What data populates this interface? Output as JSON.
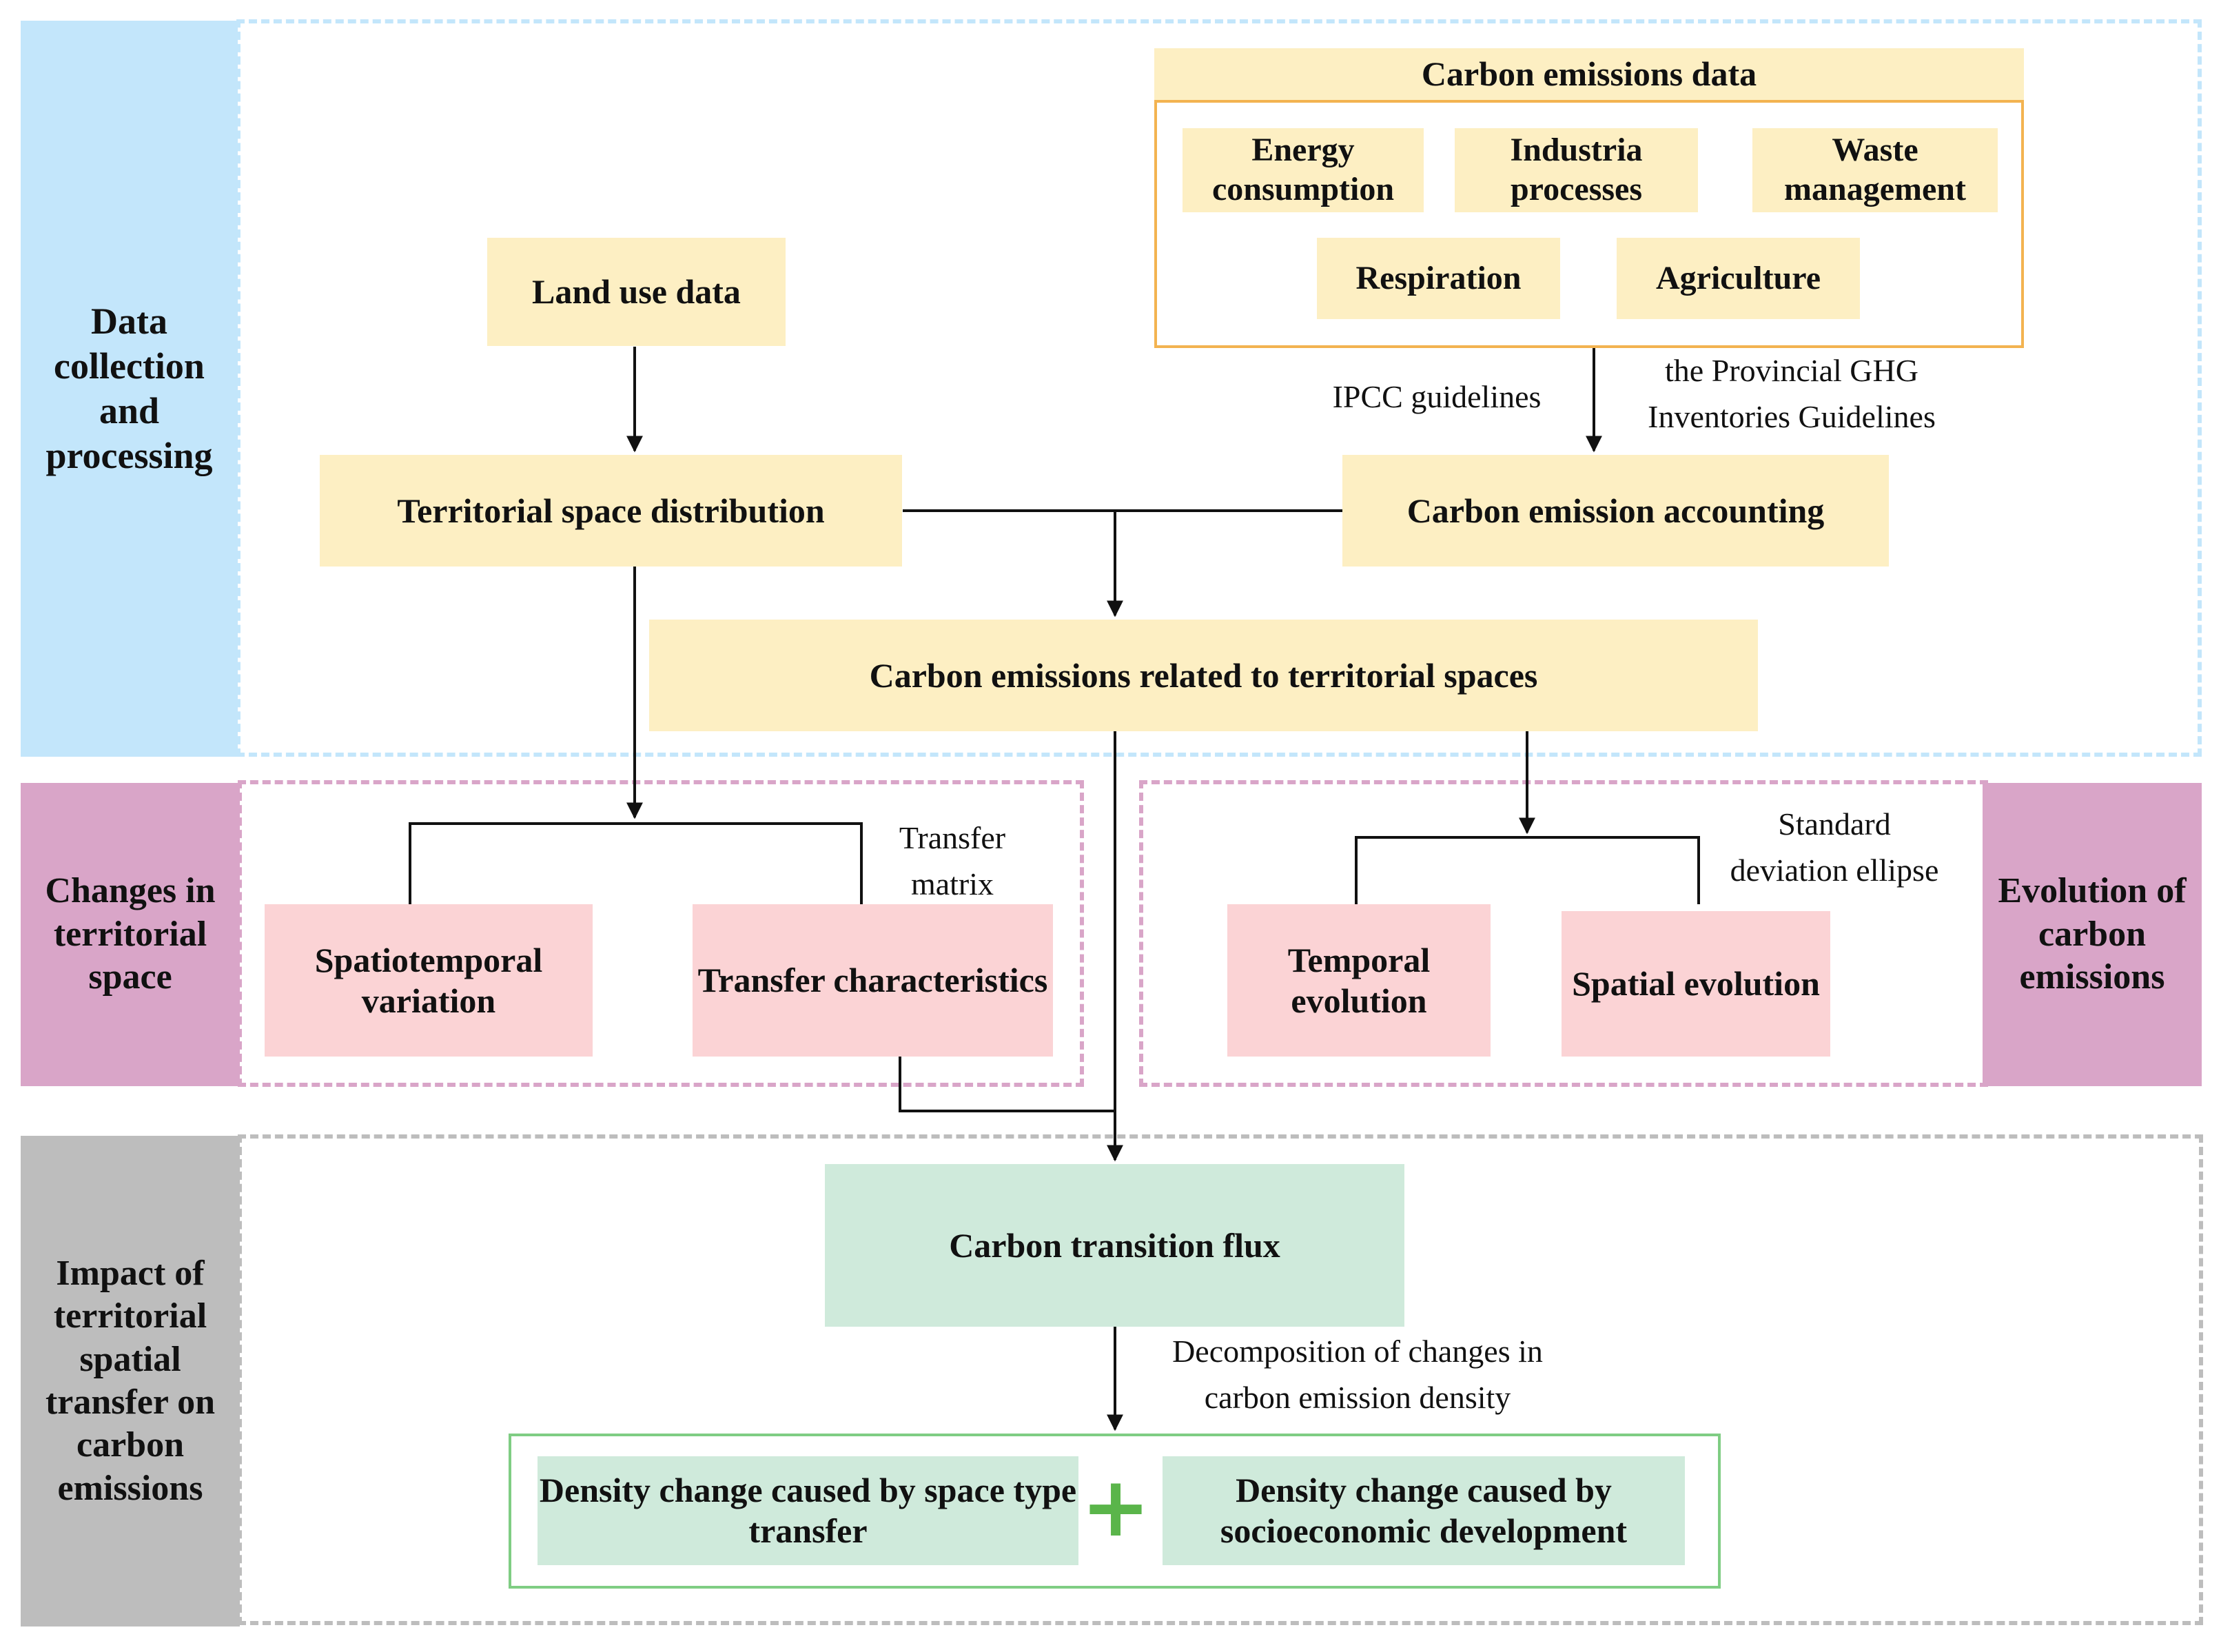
{
  "sections": {
    "data_collection": "Data collection and processing",
    "territorial_change": "Changes in territorial space",
    "impact": "Impact of territorial spatial transfer on carbon emissions",
    "evolution": "Evolution of carbon emissions"
  },
  "carbon_data": {
    "title": "Carbon emissions data",
    "sources": [
      "Energy consumption",
      "Industria processes",
      "Waste management",
      "Respiration",
      "Agriculture"
    ]
  },
  "nodes": {
    "land_use": "Land use data",
    "territorial_distribution": "Territorial space distribution",
    "carbon_accounting": "Carbon emission accounting",
    "carbon_related": "Carbon emissions related to territorial spaces",
    "spatiotemporal": "Spatiotemporal variation",
    "transfer_char": "Transfer characteristics",
    "temporal_evolution": "Temporal evolution",
    "spatial_evolution": "Spatial evolution",
    "flux": "Carbon transition flux",
    "density_space": "Density change caused by space type transfer",
    "density_socio": "Density change caused by socioeconomic development",
    "plus": "+"
  },
  "annotations": {
    "ipcc": "IPCC guidelines",
    "provincial_1": "the Provincial GHG",
    "provincial_2": "Inventories Guidelines",
    "transfer_matrix_1": "Transfer",
    "transfer_matrix_2": "matrix",
    "std_ellipse_1": "Standard",
    "std_ellipse_2": "deviation ellipse",
    "decomposition_1": "Decomposition of changes in",
    "decomposition_2": "carbon emission density"
  },
  "colors": {
    "blue_panel": "#c3e6fb",
    "pink_panel": "#d9a5c8",
    "gray_panel": "#bdbdbd",
    "cream_box": "#fdefc3",
    "pink_box": "#fbd3d5",
    "green_box": "#cfeadb",
    "orange_border": "#f3b350",
    "green_border": "#7fcd83",
    "plus_green": "#5ab54a"
  }
}
